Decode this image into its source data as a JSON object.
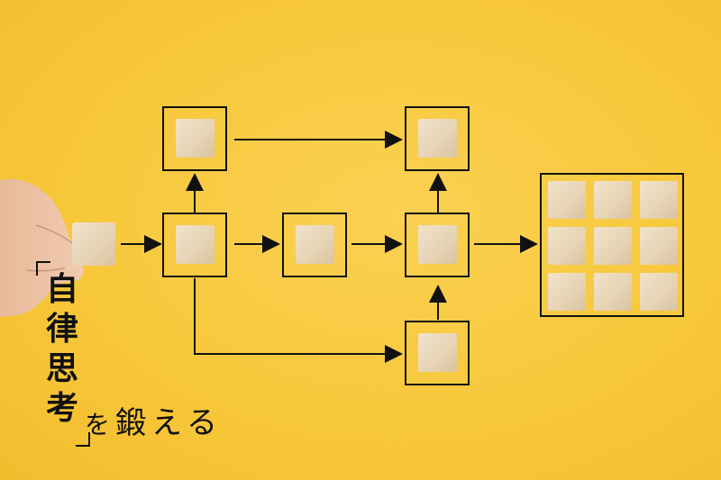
{
  "title": {
    "chars": [
      "自",
      "律",
      "思",
      "考"
    ],
    "rest_o": "を",
    "rest_main": "鍛える"
  },
  "colors": {
    "background": "#f8c93f",
    "line": "#111111",
    "wood": "#e9d8bd"
  }
}
